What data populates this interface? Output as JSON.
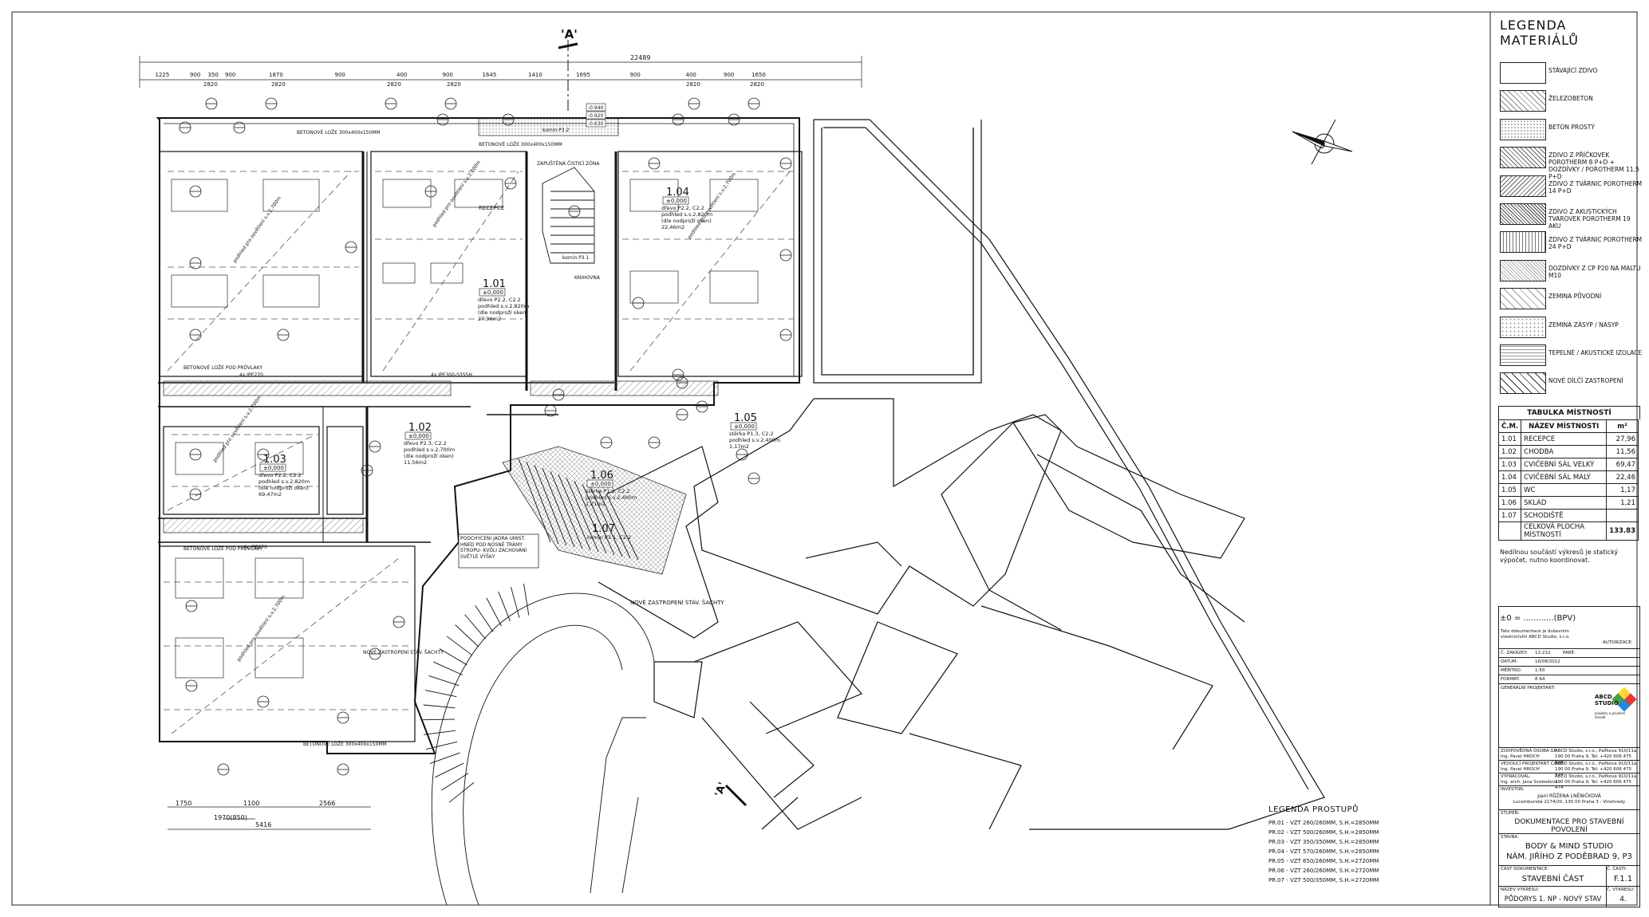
{
  "section_marker": "'A'",
  "section_marker_bottom": "'A'",
  "overall_dim": "22489",
  "top_dims": [
    "1225",
    "900",
    "350",
    "900",
    "1870",
    "900",
    "400",
    "900",
    "1645",
    "1410",
    "1695",
    "900",
    "400",
    "900",
    "1650"
  ],
  "top_sub": [
    "2820",
    "2820",
    "2820",
    "2820",
    "2820",
    "2820"
  ],
  "bottom_dims": [
    "1750",
    "1100",
    "2566"
  ],
  "bottom_total": "1970(850)",
  "bottom_total2": "5416",
  "levels": [
    "-0.940",
    "-0.920",
    "-0.630"
  ],
  "labels": {
    "beton_loze": "BETONOVÉ LOŽE 300x400x150MM",
    "beton_loze2": "BETONOVÉ LOŽE POD PRŮVLAKY",
    "recepce": "RECEPCE",
    "knihovna": "KNIHOVNA",
    "zapustena": "ZAPUŠTĚNÁ ČISTICÍ ZÓNA",
    "komin1": "komín P3.2",
    "komin2": "komín P3.1",
    "podchyceni": "PODCHYCENÍ JÁDRA UMÍST. HNED POD NOSNÉ TRÁMY STROPU- KVŮLI ZACHOVÁNÍ SVĚTLÉ VÝŠKY",
    "nove_zastropeni": "NOVÉ ZASTROPENÍ STÁV. ŠACHTY",
    "nove_zastropeni2": "NOVÉ ZASTROPENÍ STÁV. ŠACHTY",
    "ipe1": "4x IPE270",
    "ipe2": "4x IPE300-S355H",
    "ipe3": "4x IPE270",
    "ipe4": "4x IPE270",
    "podhled": "podhled pro osvětlení s.v.2,700m"
  },
  "rooms": [
    {
      "id": "1.01",
      "lvl": "±0,000",
      "l1": "dřevo P2.2, C2.2",
      "l2": "podhled s.v.2,820m",
      "l3": "(dle nodproží oken)",
      "area": "27,96m2"
    },
    {
      "id": "1.04",
      "lvl": "±0,000",
      "l1": "dřevo P2.2, C2.2",
      "l2": "podhled s.v.2,820m",
      "l3": "(dle nodproží oken)",
      "area": "22,46m2"
    },
    {
      "id": "1.02",
      "lvl": "±0,000",
      "l1": "dřevo P2.3, C2.2",
      "l2": "podhled s.v.2,700m",
      "l3": "(dle nodproží oken)",
      "area": "11,56m2"
    },
    {
      "id": "1.03",
      "lvl": "±0,000",
      "l1": "dřevo P2.2, C2.2",
      "l2": "podhled s.v.2,820m",
      "l3": "(dle nodproží oken)",
      "area": "69,47m2"
    },
    {
      "id": "1.05",
      "lvl": "±0,000",
      "l1": "stěrka P1.3, C2.2",
      "l2": "podhled s.v.2,400m",
      "l3": "",
      "area": "1,17m2"
    },
    {
      "id": "1.06",
      "lvl": "±0,000",
      "l1": "stěrka P1.3, C2.2",
      "l2": "podhled s.v.2,400m",
      "l3": "",
      "area": "1,21m2"
    },
    {
      "id": "1.07",
      "lvl": "",
      "l1": "komín P3.1, C2.2",
      "l2": "",
      "l3": "",
      "area": ""
    }
  ],
  "legend": {
    "title": "LEGENDA MATERIÁLŮ",
    "items": [
      "STÁVAJÍCÍ ZDIVO",
      "ŽELEZOBETON",
      "BETON PROSTÝ",
      "ZDIVO Z PŘÍČKOVEK POROTHERM 8 P+D + DOZDÍVKY / POROTHERM 11,5 P+D",
      "ZDIVO Z TVÁRNIC POROTHERM 14 P+D",
      "ZDIVO Z AKUSTICKÝCH TVAROVEK POROTHERM 19 AKU",
      "ZDIVO Z TVÁRNIC POROTHERM 24 P+D",
      "DOZDÍVKY Z CP P20 NA MALTU M10",
      "ZEMINA PŮVODNÍ",
      "ZEMINA ZÁSYP / NÁSYP",
      "TEPELNÉ / AKUSTICKÉ IZOLACE",
      "NOVÉ DÍLČÍ ZASTROPENÍ"
    ]
  },
  "room_table": {
    "title": "TABULKA MÍSTNOSTÍ",
    "headers": [
      "Č.M.",
      "NÁZEV MÍSTNOSTI",
      "m²"
    ],
    "rows": [
      [
        "1.01",
        "RECEPCE",
        "27,96"
      ],
      [
        "1.02",
        "CHODBA",
        "11,56"
      ],
      [
        "1.03",
        "CVIČEBNÍ SÁL VELKÝ",
        "69,47"
      ],
      [
        "1.04",
        "CVIČEBNÍ SÁL MALÝ",
        "22,46"
      ],
      [
        "1.05",
        "WC",
        "1,17"
      ],
      [
        "1.06",
        "SKLAD",
        "1,21"
      ],
      [
        "1.07",
        "SCHODIŠTĚ",
        ""
      ]
    ],
    "total_label": "CELKOVÁ PLOCHA MÍSTNOSTÍ",
    "total_value": "133.83",
    "note": "Nedílnou součástí výkresů je statický výpočet, nutno koordinovat."
  },
  "title_block": {
    "bpv": "±0 = ............(BPV)",
    "copyright": "Tato dokumentace je duševním vlastnictvím ABCD Studio, s.r.o.",
    "autorizace": "AUTORIZACE:",
    "c_zakazky_l": "Č. ZAKÁZKY:",
    "c_zakazky": "12-212",
    "datum_l": "DATUM:",
    "datum": "16/08/2012",
    "meritko_l": "MĚŘÍTKO:",
    "meritko": "1:50",
    "format_l": "FORMÁT:",
    "format": "8 A4",
    "pare_l": "PARÉ:",
    "gen_proj_l": "GENERÁLNÍ PROJEKTANT:",
    "logo": "ABCD STUDIO",
    "logo_sub": "projekty a povolení staveb",
    "zp_l": "ZODPOVĚDNÁ OSOBA GP:",
    "vpc_l": "VEDOUCÍ PROJEKTANT ČÁSTI:",
    "vypracoval_l": "VYPRACOVAL:",
    "person1": "Ing. Pavel HROCH",
    "person2": "Ing. Pavel HROCH",
    "person3": "Ing. Pavel HROCH",
    "person4": "Ing. arch. Jana Svobodová",
    "company": "ABCD Studio, s.r.o., Palfkova 910/11a",
    "company2": "190 00 Praha 9, Tel: +420 606 475 474",
    "investor_l": "INVESTOR:",
    "investor": "paní RŮŽENA LNĚNIČKOVÁ",
    "investor_addr": "Lucemburská 2174/20, 130 00 Praha 3 - Vinohrady",
    "stupen_l": "STUPEŇ:",
    "stupen": "DOKUMENTACE PRO STAVEBNÍ POVOLENÍ",
    "stavba_l": "STAVBA:",
    "stavba1": "BODY & MIND STUDIO",
    "stavba2": "NÁM. JIŘÍHO Z PODĚBRAD 9, P3",
    "cast_l": "ČÁST DOKUMENTACE:",
    "cast": "STAVEBNÍ ČÁST",
    "c_casti_l": "Č. ČÁSTI:",
    "c_casti": "F.1.1",
    "nazev_l": "NÁZEV VÝKRESU:",
    "nazev": "PŮDORYS 1. NP - NOVÝ STAV",
    "c_vykresu_l": "Č. VÝKRESU:",
    "c_vykresu": "4."
  },
  "prostupy": {
    "title": "LEGENDA PROSTUPŮ",
    "items": [
      "PR.01 - VZT 260/260MM, S.H.=2850MM",
      "PR.02 - VZT 500/260MM, S.H.=2850MM",
      "PR.03 - VZT 350/350MM, S.H.=2850MM",
      "PR.04 - VZT 570/260MM, S.H.=2850MM",
      "PR.05 - VZT 650/260MM, S.H.=2720MM",
      "PR.06 - VZT 260/260MM, S.H.=2720MM",
      "PR.07 - VZT 500/350MM, S.H.=2720MM"
    ]
  }
}
